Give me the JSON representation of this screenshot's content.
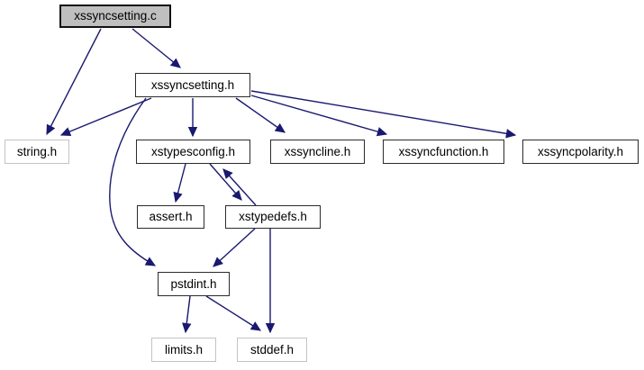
{
  "diagram": {
    "type": "include-dependency-graph",
    "nodes": [
      {
        "id": "xssyncsetting.c",
        "label": "xssyncsetting.c",
        "kind": "root"
      },
      {
        "id": "xssyncsetting.h",
        "label": "xssyncsetting.h",
        "kind": "internal"
      },
      {
        "id": "string.h",
        "label": "string.h",
        "kind": "external"
      },
      {
        "id": "xstypesconfig.h",
        "label": "xstypesconfig.h",
        "kind": "internal"
      },
      {
        "id": "xssyncline.h",
        "label": "xssyncline.h",
        "kind": "internal"
      },
      {
        "id": "xssyncfunction.h",
        "label": "xssyncfunction.h",
        "kind": "internal"
      },
      {
        "id": "xssyncpolarity.h",
        "label": "xssyncpolarity.h",
        "kind": "internal"
      },
      {
        "id": "assert.h",
        "label": "assert.h",
        "kind": "internal"
      },
      {
        "id": "xstypedefs.h",
        "label": "xstypedefs.h",
        "kind": "internal"
      },
      {
        "id": "pstdint.h",
        "label": "pstdint.h",
        "kind": "internal"
      },
      {
        "id": "limits.h",
        "label": "limits.h",
        "kind": "external"
      },
      {
        "id": "stddef.h",
        "label": "stddef.h",
        "kind": "external"
      }
    ],
    "edges": [
      {
        "from": "xssyncsetting.c",
        "to": "string.h"
      },
      {
        "from": "xssyncsetting.c",
        "to": "xssyncsetting.h"
      },
      {
        "from": "xssyncsetting.h",
        "to": "string.h"
      },
      {
        "from": "xssyncsetting.h",
        "to": "xstypesconfig.h"
      },
      {
        "from": "xssyncsetting.h",
        "to": "xssyncline.h"
      },
      {
        "from": "xssyncsetting.h",
        "to": "xssyncfunction.h"
      },
      {
        "from": "xssyncsetting.h",
        "to": "xssyncpolarity.h"
      },
      {
        "from": "xssyncsetting.h",
        "to": "pstdint.h"
      },
      {
        "from": "xstypesconfig.h",
        "to": "assert.h"
      },
      {
        "from": "xstypesconfig.h",
        "to": "xstypedefs.h"
      },
      {
        "from": "xstypedefs.h",
        "to": "xstypesconfig.h"
      },
      {
        "from": "xstypedefs.h",
        "to": "pstdint.h"
      },
      {
        "from": "xstypedefs.h",
        "to": "stddef.h"
      },
      {
        "from": "pstdint.h",
        "to": "limits.h"
      },
      {
        "from": "pstdint.h",
        "to": "stddef.h"
      }
    ],
    "colors": {
      "edge": "#191970",
      "node_border": "#2b2b2b",
      "external_node_border": "#c3c3c3",
      "root_node_fill": "#bfbfbf",
      "node_fill": "#ffffff",
      "text": "#000000",
      "background": "#ffffff"
    }
  }
}
